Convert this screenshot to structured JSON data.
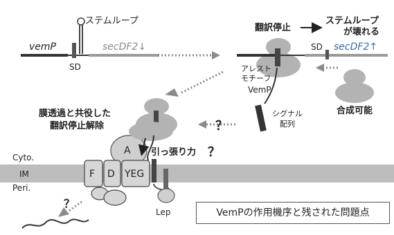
{
  "labels": {
    "stem_loop": "ステムループ",
    "vemP_gene": "vemP",
    "sd_left": "SD",
    "secDF2_down": "secDF2↓",
    "translation_arrest": "翻訳停止",
    "stem_loop_broken_1": "ステムループ",
    "stem_loop_broken_2": "が壊れる",
    "sd_right": "SD",
    "secDF2_up": "secDF2↑",
    "arrest_motif_1": "アレスト",
    "arrest_motif_2": "モチーフ",
    "vemP_protein": "VemP",
    "signal_seq_1": "シグナル",
    "signal_seq_2": "配列",
    "synthesis_possible": "合成可能",
    "release_1": "膜透過と共役した",
    "release_2": "翻訳停止解除",
    "question_mid": "？",
    "question_force": "？",
    "question_periplasm": "？",
    "pulling_force": "引っ張り力",
    "cyto": "Cyto.",
    "im": "IM",
    "peri": "Peri.",
    "subunit_A": "A",
    "subunit_F": "F",
    "subunit_D": "D",
    "subunit_YEG": "YEG",
    "lep": "Lep",
    "caption": "VemPの作用機序と残された問題点"
  },
  "colors": {
    "ribosome": "#b3b3b3",
    "membrane": "#bdbdbd",
    "dark": "#333333",
    "dotted_arrow": "#8a8a8a"
  }
}
